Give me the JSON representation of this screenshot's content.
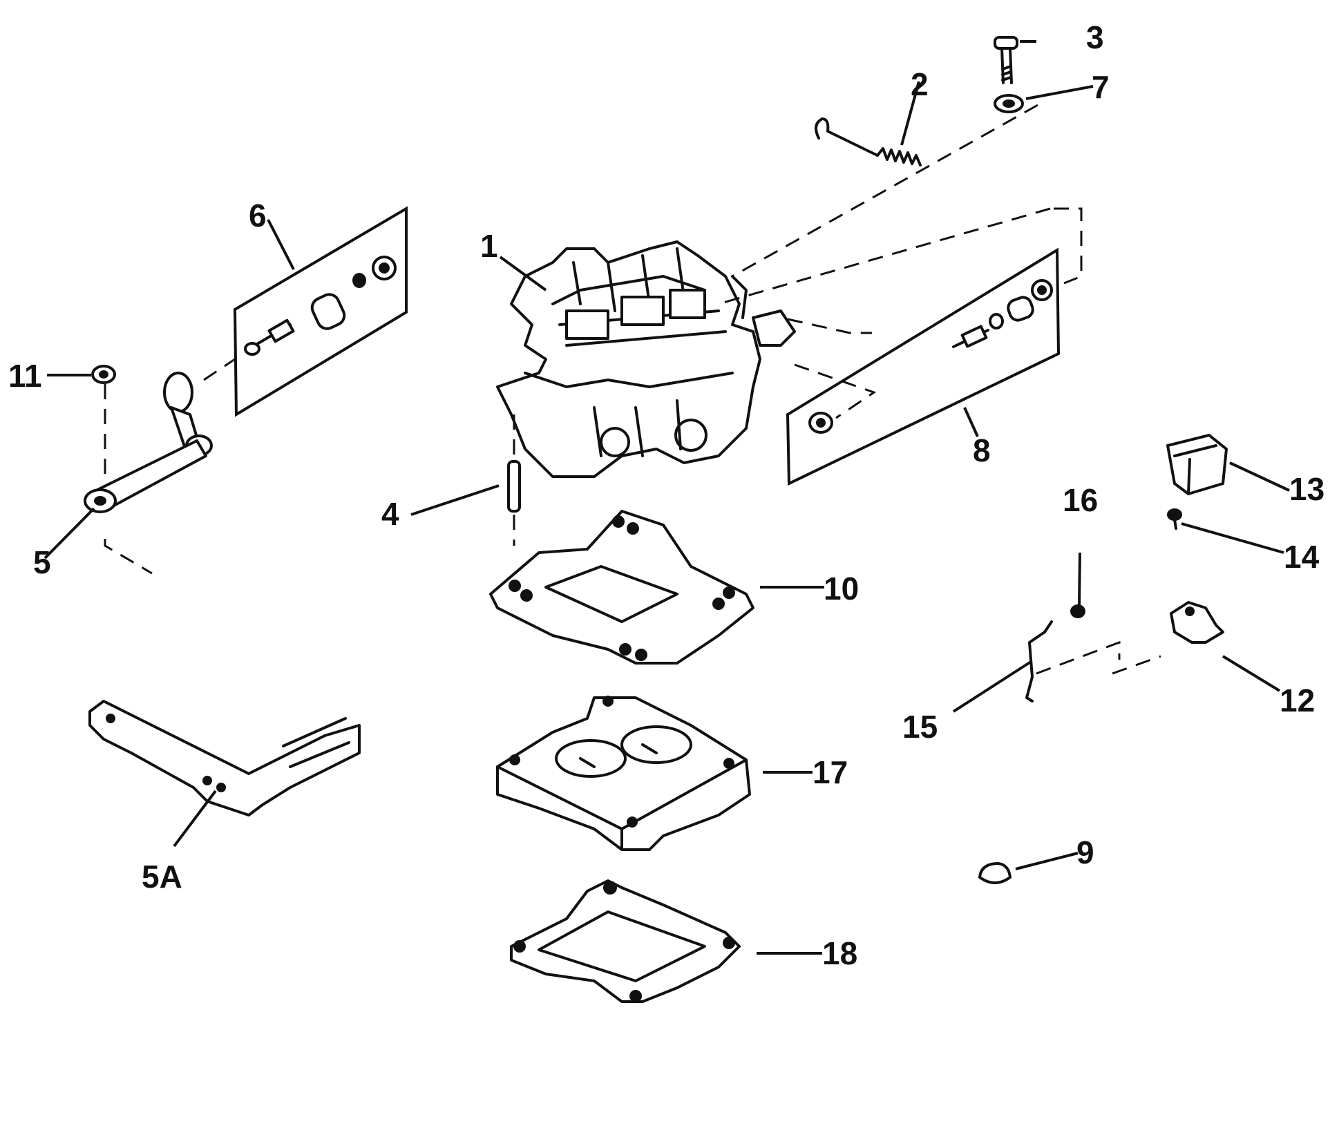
{
  "callouts": {
    "c1": "1",
    "c2": "2",
    "c3": "3",
    "c4": "4",
    "c5": "5",
    "c5a": "5A",
    "c6": "6",
    "c7": "7",
    "c8": "8",
    "c9": "9",
    "c10": "10",
    "c11": "11",
    "c12": "12",
    "c13": "13",
    "c14": "14",
    "c15": "15",
    "c16": "16",
    "c17": "17",
    "c18": "18"
  },
  "colors": {
    "ink": "#111111",
    "paper": "#ffffff"
  }
}
